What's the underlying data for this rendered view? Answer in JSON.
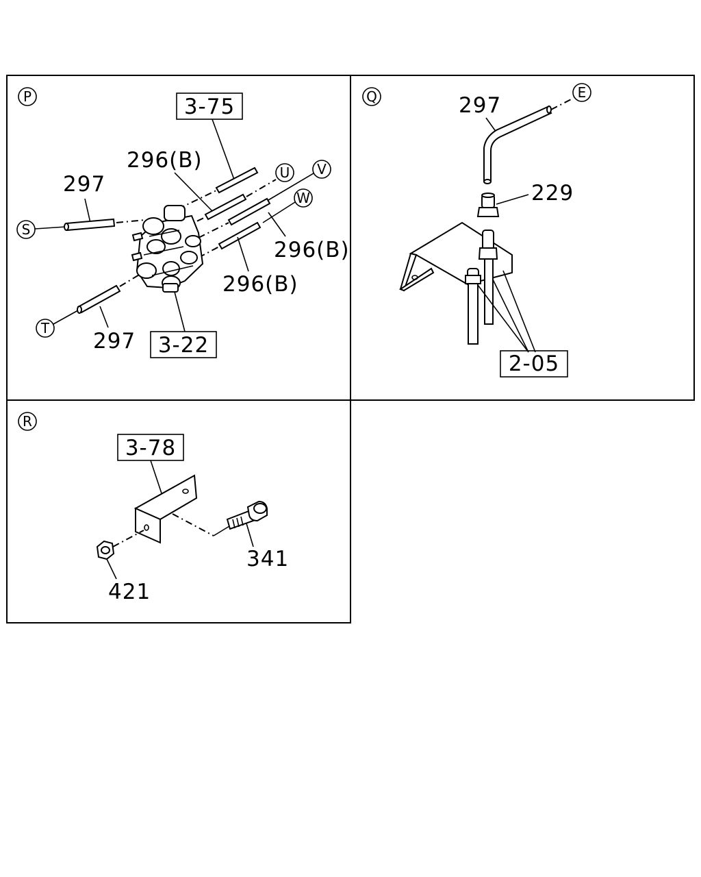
{
  "panels": {
    "p": {
      "marker": "P",
      "ref_3_75": "3-75",
      "ref_3_22": "3-22",
      "label_297_top": "297",
      "label_297_bottom": "297",
      "label_296b_top": "296(B)",
      "label_296b_right": "296(B)",
      "label_296b_bottom": "296(B)",
      "conn_s": "S",
      "conn_t": "T",
      "conn_u": "U",
      "conn_v": "V",
      "conn_w": "W"
    },
    "q": {
      "marker": "Q",
      "label_297": "297",
      "label_229": "229",
      "ref_2_05": "2-05",
      "conn_e": "E"
    },
    "r": {
      "marker": "R",
      "ref_3_78": "3-78",
      "label_341": "341",
      "label_421": "421"
    }
  }
}
